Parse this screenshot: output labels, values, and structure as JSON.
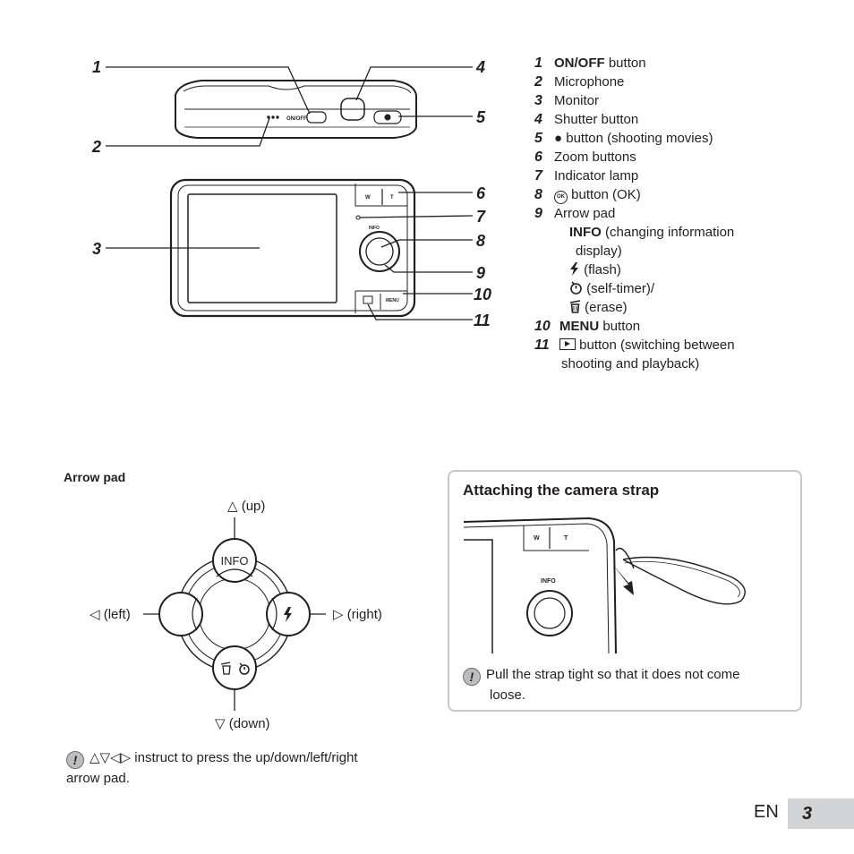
{
  "callouts": [
    "1",
    "2",
    "3",
    "4",
    "5",
    "6",
    "7",
    "8",
    "9",
    "10",
    "11"
  ],
  "camera_labels": {
    "onoff": "ON/OFF",
    "w": "W",
    "t": "T",
    "info": "INFO",
    "menu": "MENU"
  },
  "parts": [
    {
      "num": "1",
      "bold": "ON/OFF",
      "text": " button"
    },
    {
      "num": "2",
      "text": "Microphone"
    },
    {
      "num": "3",
      "text": "Monitor"
    },
    {
      "num": "4",
      "text": "Shutter button"
    },
    {
      "num": "5",
      "text": "● button (shooting movies)"
    },
    {
      "num": "6",
      "text": "Zoom buttons"
    },
    {
      "num": "7",
      "text": "Indicator lamp"
    },
    {
      "num": "8",
      "text": " button (OK)"
    },
    {
      "num": "9",
      "text": "Arrow pad"
    },
    {
      "num": "10",
      "bold": "MENU",
      "text": " button"
    },
    {
      "num": "11",
      "text": " button (switching between",
      "text2": "shooting and playback)"
    }
  ],
  "arrow_sub": {
    "info_bold": "INFO",
    "info_text": " (changing information",
    "info_text2": "display)",
    "flash": " (flash)",
    "timer": " (self-timer)/",
    "erase": " (erase)"
  },
  "ok_icon": "OK",
  "arrow_pad": {
    "title": "Arrow pad",
    "up": "△ (up)",
    "down": "▽ (down)",
    "left": "◁ (left)",
    "right": "▷ (right)",
    "info": "INFO"
  },
  "note1": {
    "line1": "△▽◁▷ instruct to press the up/down/left/right",
    "line2": "arrow pad."
  },
  "strap": {
    "title": "Attaching the camera strap",
    "note1": "Pull the strap tight so that it does not come",
    "note2": "loose."
  },
  "footer": {
    "lang": "EN",
    "page": "3"
  }
}
